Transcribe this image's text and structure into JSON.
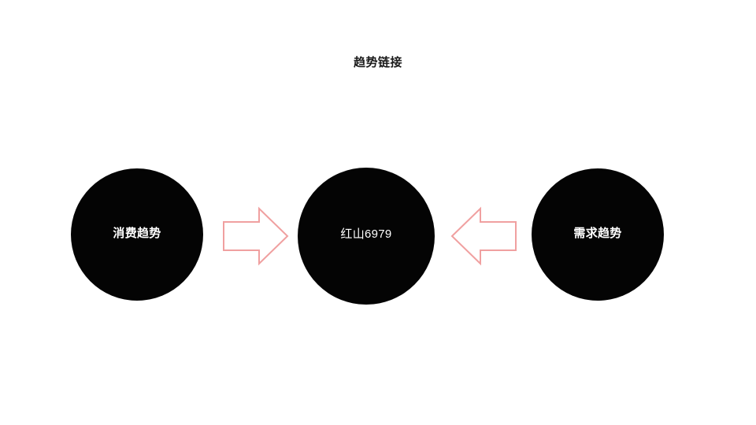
{
  "diagram": {
    "title": "趋势链接",
    "background_color": "#ffffff",
    "title_color": "#1a1a1a",
    "node_fill_color": "#040404",
    "node_text_color": "#ffffff",
    "arrow_stroke_color": "#f0a0a0",
    "nodes": [
      {
        "id": "left",
        "label": "消费趋势",
        "shape": "circle"
      },
      {
        "id": "center",
        "label": "红山6979",
        "shape": "circle"
      },
      {
        "id": "right",
        "label": "需求趋势",
        "shape": "circle"
      }
    ],
    "connectors": [
      {
        "id": "left-to-center",
        "icon": "arrow-right-icon",
        "direction": "right"
      },
      {
        "id": "right-to-center",
        "icon": "arrow-left-icon",
        "direction": "left"
      }
    ]
  }
}
